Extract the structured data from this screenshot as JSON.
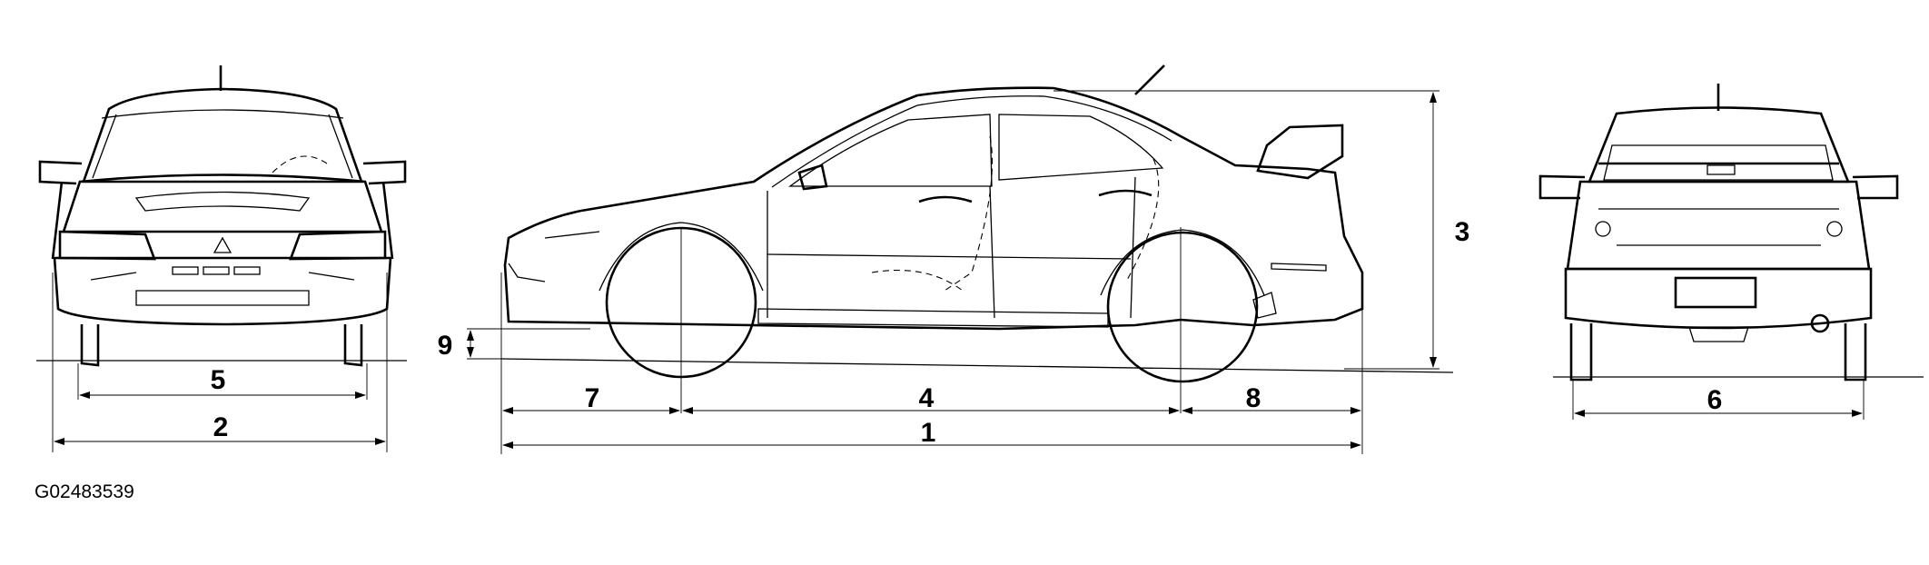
{
  "dimension_labels": {
    "d1": "1",
    "d2": "2",
    "d3": "3",
    "d4": "4",
    "d5": "5",
    "d6": "6",
    "d7": "7",
    "d8": "8",
    "d9": "9"
  },
  "figure_code": "G02483539"
}
